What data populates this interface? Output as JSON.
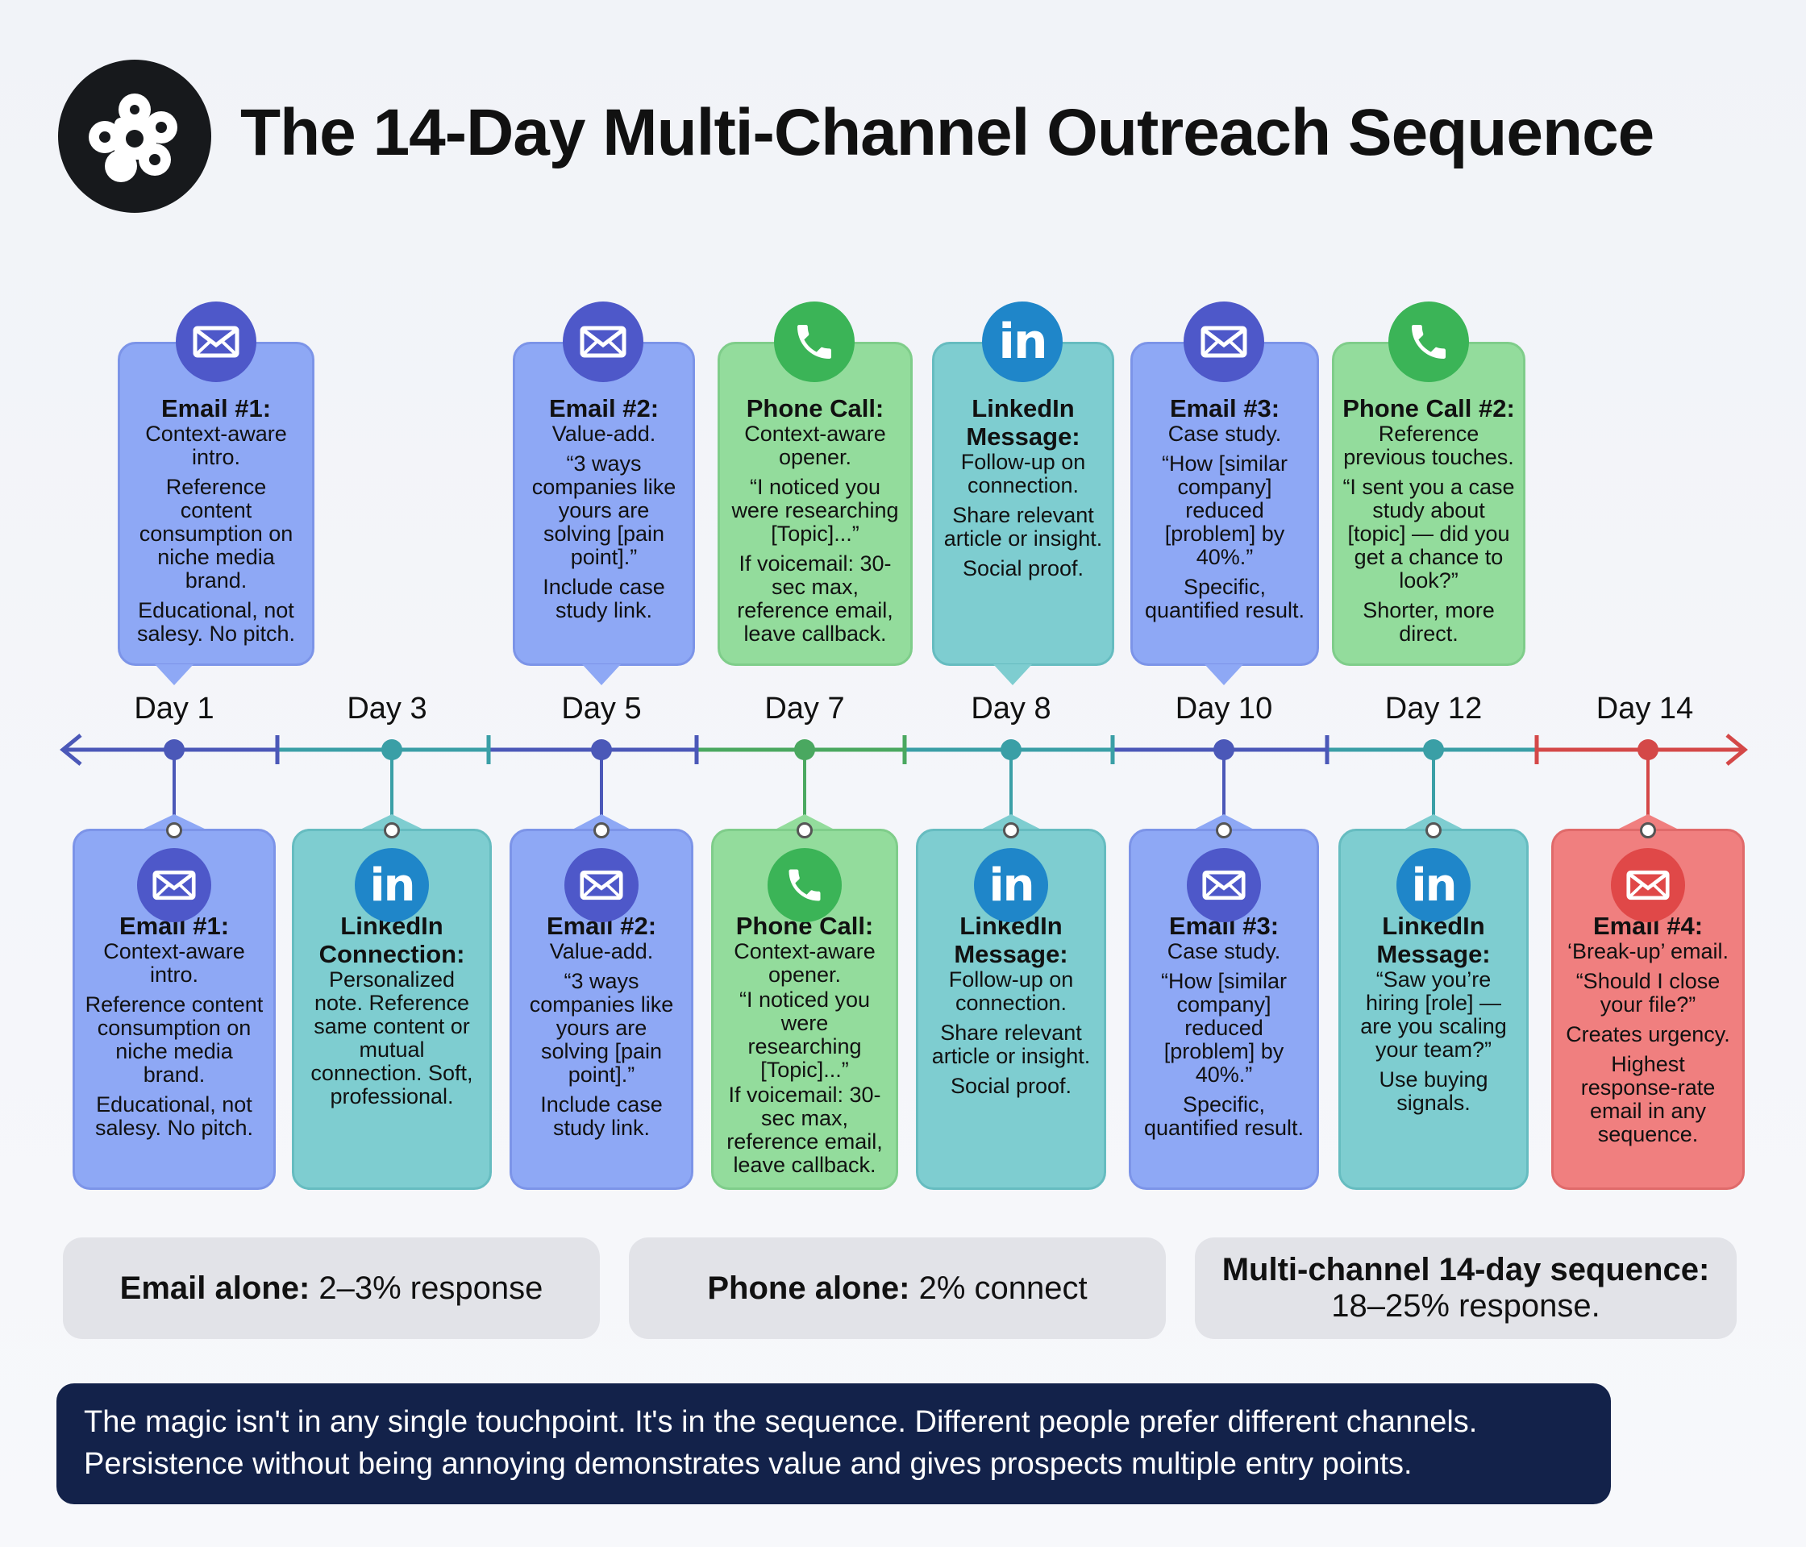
{
  "title": "The 14-Day Multi-Channel Outreach Sequence",
  "colors": {
    "email": "#8ea8f5",
    "phone": "#93dc9c",
    "linkedin": "#7ecdd0",
    "breakup": "#f07f7f",
    "note_bg": "#13224a"
  },
  "days": [
    "Day 1",
    "Day 3",
    "Day 5",
    "Day 7",
    "Day 8",
    "Day 10",
    "Day 12",
    "Day 14"
  ],
  "top_cards": [
    {
      "channel": "email",
      "icon": "envelope-icon",
      "title": "Email #1:",
      "lines": [
        "Context-aware intro.",
        "Reference content consumption on niche media brand.",
        "Educational, not salesy. No pitch."
      ]
    },
    {
      "channel": "email",
      "icon": "envelope-icon",
      "title": "Email #2:",
      "lines": [
        "Value-add.",
        "“3 ways companies like yours are solving [pain point].”",
        "Include case study link."
      ]
    },
    {
      "channel": "phone",
      "icon": "phone-icon",
      "title": "Phone Call:",
      "lines": [
        "Context-aware opener.",
        "“I noticed you were researching [Topic]...”",
        "If voicemail: 30-sec max, reference email, leave callback."
      ]
    },
    {
      "channel": "linkedin",
      "icon": "linkedin-icon",
      "title": "LinkedIn Message:",
      "lines": [
        "Follow-up on connection.",
        "Share relevant article or insight.",
        "Social proof."
      ]
    },
    {
      "channel": "email",
      "icon": "envelope-icon",
      "title": "Email #3:",
      "lines": [
        "Case study.",
        "“How [similar company] reduced [problem] by 40%.”",
        "Specific, quantified result."
      ]
    },
    {
      "channel": "phone",
      "icon": "phone-icon",
      "title": "Phone Call #2:",
      "lines": [
        "Reference previous touches.",
        "“I sent you a case study about [topic] — did you get a chance to look?”",
        "Shorter, more direct."
      ]
    }
  ],
  "bottom_cards": [
    {
      "channel": "email",
      "icon": "envelope-icon",
      "title": "Email #1:",
      "lines": [
        "Context-aware intro.",
        "Reference content consumption on niche media brand.",
        "Educational, not salesy. No pitch."
      ]
    },
    {
      "channel": "linkedin",
      "icon": "linkedin-icon",
      "title": "LinkedIn Connection:",
      "lines": [
        "Personalized note. Reference same content or mutual connection. Soft, professional."
      ]
    },
    {
      "channel": "email",
      "icon": "envelope-icon",
      "title": "Email #2:",
      "lines": [
        "Value-add.",
        "“3 ways companies like yours are solving [pain point].”",
        "Include case study link."
      ]
    },
    {
      "channel": "phone",
      "icon": "phone-icon",
      "title": "Phone Call:",
      "lines": [
        "Context-aware opener.",
        "“I noticed you were researching [Topic]...”",
        "If voicemail: 30-sec max, reference email, leave callback."
      ]
    },
    {
      "channel": "linkedin",
      "icon": "linkedin-icon",
      "title": "LinkedIn Message:",
      "lines": [
        "Follow-up on connection.",
        "Share relevant article or insight.",
        "Social proof."
      ]
    },
    {
      "channel": "email",
      "icon": "envelope-icon",
      "title": "Email #3:",
      "lines": [
        "Case study.",
        "“How [similar company] reduced [problem] by 40%.”",
        "Specific, quantified result."
      ]
    },
    {
      "channel": "linkedin",
      "icon": "linkedin-icon",
      "title": "LinkedIn Message:",
      "lines": [
        "“Saw you’re hiring [role] — are you scaling your team?”",
        "Use buying signals."
      ]
    },
    {
      "channel": "breakup",
      "icon": "envelope-icon",
      "title": "Email #4:",
      "lines": [
        "‘Break-up’ email.",
        "“Should I close your file?”",
        "Creates urgency.",
        "Highest response-rate email in any sequence."
      ]
    }
  ],
  "stats": [
    {
      "bold": "Email alone:",
      "rest": " 2–3% response"
    },
    {
      "bold": "Phone alone:",
      "rest": " 2% connect"
    },
    {
      "bold": "Multi-channel 14-day sequence:",
      "rest": "18–25% response."
    }
  ],
  "note": {
    "line1": "The magic isn't in any single touchpoint. It's in the sequence. Different people prefer different channels.",
    "line2": "Persistence without being annoying demonstrates value and gives prospects multiple entry points."
  }
}
